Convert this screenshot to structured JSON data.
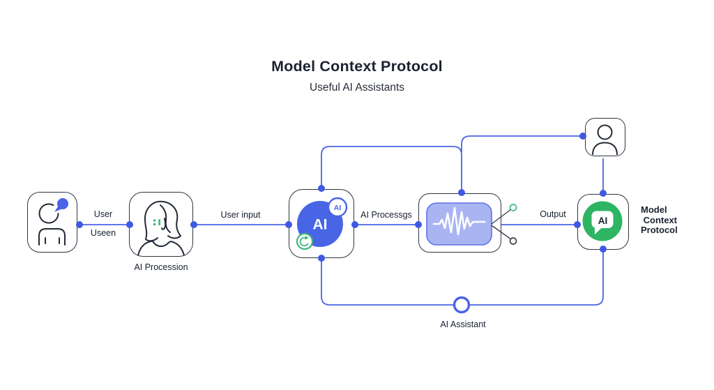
{
  "title": "Model Context Protocol",
  "subtitle": "Useful AI Assistants",
  "nodes": {
    "user": {
      "icon": "person-speaking-icon"
    },
    "procession": {
      "icon": "face-scan-icon",
      "caption": "AI Procession"
    },
    "ai": {
      "icon": "ai-brain-icon",
      "core_text": "AI",
      "badge_text": "AI"
    },
    "wave": {
      "icon": "waveform-icon"
    },
    "mcp": {
      "icon": "ai-chat-icon",
      "chat_text": "AI",
      "label_lines": [
        "Model",
        " Context",
        "Protocol"
      ]
    },
    "avatar": {
      "icon": "user-avatar-icon"
    }
  },
  "edges": {
    "user_above": "User",
    "user_below": "Useen",
    "user_input": "User input",
    "ai_process": "AI Processgs",
    "output": "Output",
    "ai_assistant": "AI Assistant"
  },
  "colors": {
    "connector_blue": "#4a63e7",
    "dot_blue": "#3f58e4",
    "ai_circle_blue": "#4865e6",
    "chat_green": "#2eb563",
    "refresh_green": "#3cb878",
    "wave_fill": "#a9b4f3",
    "wave_border": "#5d74e9",
    "box_border": "#2e3440",
    "text_dark": "#16202c"
  }
}
